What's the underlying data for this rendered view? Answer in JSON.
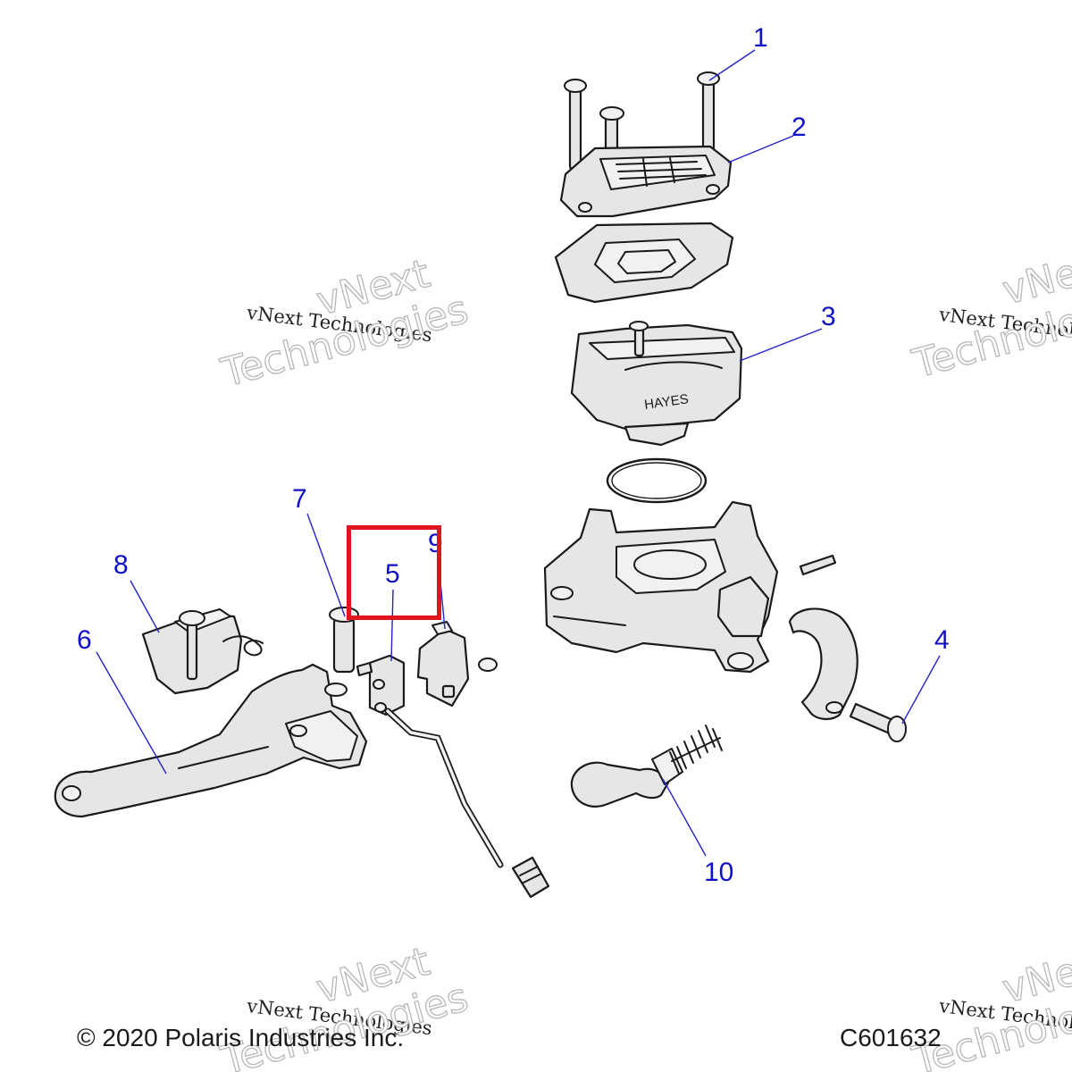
{
  "callouts": {
    "c1": "1",
    "c2": "2",
    "c3": "3",
    "c4": "4",
    "c5": "5",
    "c6": "6",
    "c7": "7",
    "c8": "8",
    "c9": "9",
    "c10": "10"
  },
  "watermark": {
    "brand": "vNext",
    "line": "vNext Technologies",
    "word": "Technologies"
  },
  "footer": {
    "copyright": "© 2020 Polaris Industries Inc.",
    "part_code": "C601632"
  },
  "engraving": {
    "reservoir_brand": "HAYES"
  },
  "colors": {
    "callout": "#1010c8",
    "highlight": "#e0141e",
    "part_fill": "#e6e6e6"
  }
}
